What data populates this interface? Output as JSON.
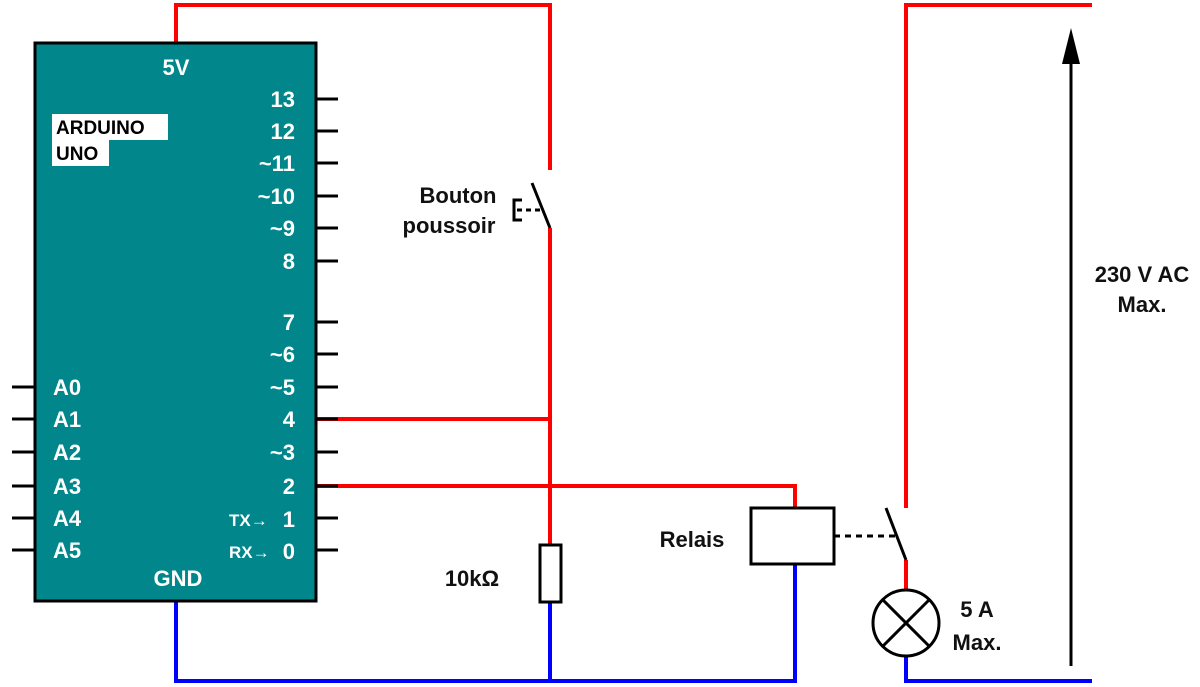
{
  "colors": {
    "positive_wire": "#ff0000",
    "ground_wire": "#0000ff",
    "board_fill": "#00868b",
    "outline": "#000000"
  },
  "board": {
    "name_line1": "ARDUINO",
    "name_line2": "UNO",
    "power_label": "5V",
    "ground_label": "GND",
    "digital_pins": [
      "13",
      "12",
      "~11",
      "~10",
      "~9",
      "8",
      "7",
      "~6",
      "~5",
      "4",
      "~3",
      "2"
    ],
    "tx_pin": {
      "prefix": "TX",
      "number": "1"
    },
    "rx_pin": {
      "prefix": "RX",
      "number": "0"
    },
    "analog_pins": [
      "A0",
      "A1",
      "A2",
      "A3",
      "A4",
      "A5"
    ]
  },
  "components": {
    "button_line1": "Bouton",
    "button_line2": "poussoir",
    "resistor": "10kΩ",
    "relay": "Relais",
    "lamp_line1": "5 A",
    "lamp_line2": "Max.",
    "voltage_line1": "230 V AC",
    "voltage_line2": "Max."
  }
}
